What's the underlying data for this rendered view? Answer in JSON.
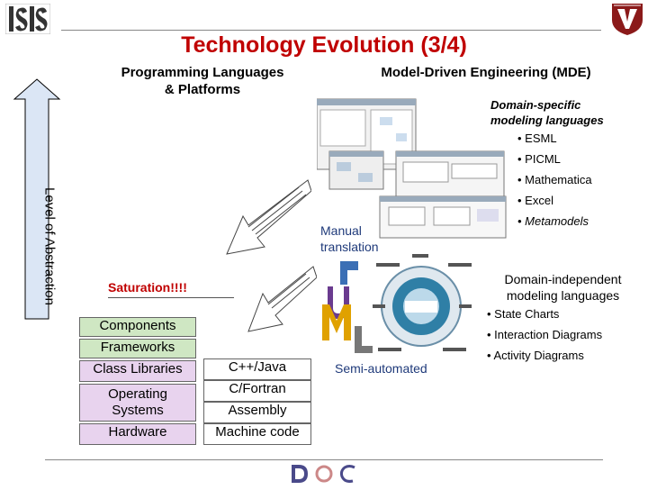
{
  "title": "Technology Evolution (3/4)",
  "headers": {
    "left": [
      "Programming Languages",
      "& Platforms"
    ],
    "right": "Model-Driven Engineering (MDE)"
  },
  "axis_label": "Level of Abstraction",
  "saturation": "Saturation!!!!",
  "stack_left": [
    "Components",
    "Frameworks",
    "Class Libraries",
    "Operating",
    "Systems",
    "Hardware"
  ],
  "stack_right": [
    "C++/Java",
    "C/Fortran",
    "Assembly",
    "Machine code"
  ],
  "manual_translation": [
    "Manual",
    "translation"
  ],
  "semi_automated": "Semi-automated",
  "domain_specific": {
    "heading": [
      "Domain-specific",
      "modeling languages"
    ],
    "items": [
      "ESML",
      "PICML",
      "Mathematica",
      "Excel",
      "Metamodels"
    ]
  },
  "domain_independent": {
    "heading": [
      "Domain-independent",
      "modeling languages"
    ],
    "items": [
      "State Charts",
      "Interaction Diagrams",
      "Activity Diagrams"
    ]
  },
  "colors": {
    "title": "#c00000",
    "axis_arrow_fill": "#dbe6f5",
    "green_box": "#cfe7c3",
    "purple_box": "#e8d3ee"
  }
}
